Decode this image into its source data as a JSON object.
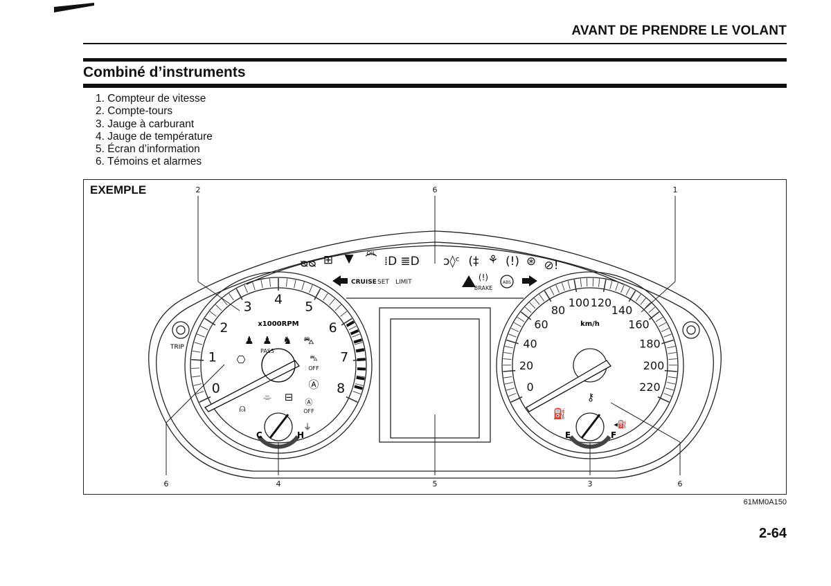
{
  "header": {
    "chapter_title": "AVANT DE PRENDRE LE VOLANT"
  },
  "section": {
    "title": "Combiné d’instruments"
  },
  "items": [
    {
      "num": "1.",
      "text": "Compteur de vitesse"
    },
    {
      "num": "2.",
      "text": "Compte-tours"
    },
    {
      "num": "3.",
      "text": "Jauge à carburant"
    },
    {
      "num": "4.",
      "text": "Jauge de température"
    },
    {
      "num": "5.",
      "text": "Écran d’information"
    },
    {
      "num": "6.",
      "text": "Témoins et alarmes"
    }
  ],
  "figure": {
    "label": "EXEMPLE",
    "code": "61MM0A150",
    "callouts": {
      "top_tach": "2",
      "top_warn": "6",
      "top_speedo": "1",
      "bottom_left": "6",
      "bottom_temp": "4",
      "bottom_display": "5",
      "bottom_fuel": "3",
      "bottom_right": "6"
    },
    "tachometer": {
      "unit": "x1000RPM",
      "numerals": [
        "0",
        "1",
        "2",
        "3",
        "4",
        "5",
        "6",
        "7",
        "8"
      ]
    },
    "temperature": {
      "cold": "C",
      "hot": "H"
    },
    "speedometer": {
      "unit": "km/h",
      "numerals": [
        "0",
        "20",
        "40",
        "60",
        "80",
        "100",
        "120",
        "140",
        "160",
        "180",
        "200",
        "220"
      ]
    },
    "fuel": {
      "empty": "E",
      "full": "F"
    },
    "knob_left": "TRIP",
    "indicators": {
      "cruise": "CRUISE",
      "set": "SET",
      "limit": "LIMIT",
      "oil": "OIL",
      "brake": "BRAKE",
      "abs": "ABS",
      "pass": "PASS",
      "off": "OFF"
    },
    "icons": [
      "glow-plug-icon",
      "dpf-icon",
      "water-in-fuel-icon",
      "oil-pressure-icon",
      "front-fog-icon",
      "high-beam-icon",
      "position-lamp-icon",
      "rear-fog-icon",
      "stability-control-icon",
      "tire-pressure-icon",
      "power-steering-icon",
      "steering-warning-icon",
      "turn-left-icon",
      "turn-right-icon",
      "master-warning-icon",
      "brake-icon",
      "abs-icon",
      "check-engine-icon",
      "seatbelt-icon",
      "passenger-seatbelt-icon",
      "airbag-icon",
      "esp-off-icon",
      "auto-stop-icon",
      "auto-stop-off-icon",
      "battery-icon",
      "oil-can-icon",
      "door-open-icon",
      "coolant-icon",
      "fuel-pump-icon",
      "key-icon",
      "fuel-door-arrow-icon"
    ]
  },
  "footer": {
    "page_number": "2-64"
  }
}
